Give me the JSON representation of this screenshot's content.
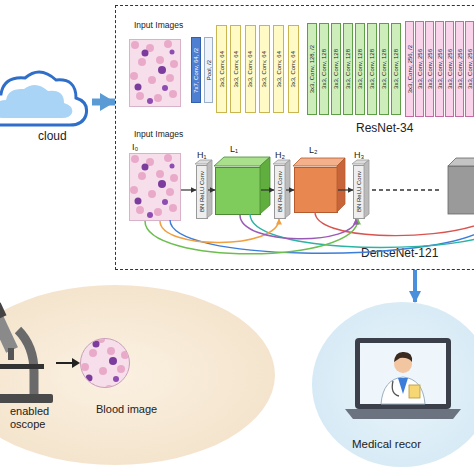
{
  "diagram": {
    "nodes": [
      {
        "text": [
          "cloud"
        ]
      },
      {
        "text": [
          "ResNet-34",
          "DenseNet-121"
        ]
      },
      {
        "text": [
          "Input Images"
        ],
        "in": 1
      },
      {
        "text": [
          "7x7, Conv, 64, /2"
        ],
        "in": 1
      },
      {
        "text": [
          "Pool, /2"
        ],
        "in": 1
      },
      {
        "text": [
          "3x3, Conv, 64",
          "3x3, Conv, 64",
          "3x3, Conv, 64",
          "3x3, Conv, 64",
          "3x3, Conv, 64",
          "3x3, Conv, 64"
        ],
        "in": 1
      },
      {
        "text": [
          "3x3, Conv, 128, /2",
          "3x3, Conv, 128",
          "3x3, Conv, 128",
          "3x3, Conv, 128",
          "3x3, Conv, 128",
          "3x3, Conv, 128",
          "3x3, Conv, 128",
          "3x3, Conv, 128"
        ],
        "in": 1
      },
      {
        "text": [
          "3x3, Conv, 256, /2",
          "3x3, Conv, 256",
          "3x3, Conv, 256",
          "3x3, Conv, 256",
          "3x3, Conv, 256",
          "3x3, Conv, 256",
          "3x3, Conv, 256"
        ],
        "in": 1
      },
      {
        "text": [
          "Input Images",
          "I₀"
        ],
        "in": 1
      },
      {
        "text": [
          "H₁",
          "BN ReLU Conv"
        ],
        "in": 1
      },
      {
        "text": [
          "L₁"
        ],
        "in": 1
      },
      {
        "text": [
          "H₂",
          "BN ReLU Conv"
        ],
        "in": 1
      },
      {
        "text": [
          "L₂"
        ],
        "in": 1
      },
      {
        "text": [
          "H₃",
          "BN ReLU Conv"
        ],
        "in": 1
      },
      {
        "text": [
          "enabled oscope"
        ]
      },
      {
        "text": [
          "Blood image"
        ],
        "in": 14
      },
      {
        "text": [
          "Medical recor"
        ]
      }
    ],
    "edges": [
      {
        "from": 0,
        "to": 1,
        "arrow": "to"
      },
      {
        "from": 1,
        "to": 16,
        "arrow": "to"
      },
      {
        "from": 8,
        "to": 9,
        "arrow": "to"
      },
      {
        "from": 9,
        "to": 10,
        "arrow": "to"
      },
      {
        "from": 10,
        "to": 11,
        "arrow": "to"
      },
      {
        "from": 11,
        "to": 12,
        "arrow": "to"
      },
      {
        "from": 12,
        "to": 13,
        "arrow": "to"
      },
      {
        "from": 8,
        "to": 11,
        "arrow": "to"
      },
      {
        "from": 8,
        "to": 13,
        "arrow": "to"
      },
      {
        "from": 10,
        "to": 13,
        "arrow": "to"
      }
    ]
  }
}
